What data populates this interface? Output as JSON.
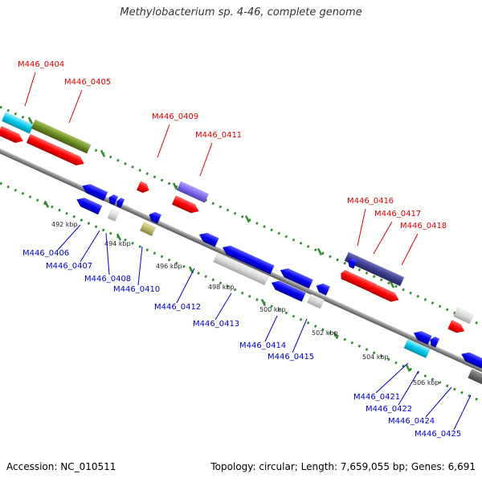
{
  "title": "Methylobacterium sp. 4-46, complete genome",
  "footer": {
    "accession": "Accession: NC_010511",
    "topology": "Topology: circular; Length: 7,659,055 bp; Genes: 6,691"
  },
  "colors": {
    "forward_gene_label": "#e00000",
    "reverse_gene_label": "#0000cc",
    "backbone": "#888888",
    "tick_marks": "#2e8b2e",
    "red": "#ff0000",
    "blue": "#0000ee",
    "cyan": "#00c8e8",
    "olive": "#6b8e23",
    "violet": "#7b68ee",
    "slateblue": "#3c3c8c",
    "khaki": "#bdb76b",
    "lightgray": "#dcdcdc",
    "darkgray": "#666666"
  },
  "ruler": [
    "492 kbp",
    "494 kbp",
    "496 kbp",
    "498 kbp",
    "500 kbp",
    "502 kbp",
    "504 kbp",
    "506 kbp"
  ],
  "genes": [
    {
      "label": "M446_0404",
      "strand": "forward"
    },
    {
      "label": "M446_0405",
      "strand": "forward"
    },
    {
      "label": "M446_0409",
      "strand": "forward"
    },
    {
      "label": "M446_0411",
      "strand": "forward"
    },
    {
      "label": "M446_0416",
      "strand": "forward"
    },
    {
      "label": "M446_0417",
      "strand": "forward"
    },
    {
      "label": "M446_0418",
      "strand": "forward"
    },
    {
      "label": "M446_0406",
      "strand": "reverse"
    },
    {
      "label": "M446_0407",
      "strand": "reverse"
    },
    {
      "label": "M446_0408",
      "strand": "reverse"
    },
    {
      "label": "M446_0410",
      "strand": "reverse"
    },
    {
      "label": "M446_0412",
      "strand": "reverse"
    },
    {
      "label": "M446_0413",
      "strand": "reverse"
    },
    {
      "label": "M446_0414",
      "strand": "reverse"
    },
    {
      "label": "M446_0415",
      "strand": "reverse"
    },
    {
      "label": "M446_0421",
      "strand": "reverse"
    },
    {
      "label": "M446_0422",
      "strand": "reverse"
    },
    {
      "label": "M446_0424",
      "strand": "reverse"
    },
    {
      "label": "M446_0425",
      "strand": "reverse"
    }
  ]
}
